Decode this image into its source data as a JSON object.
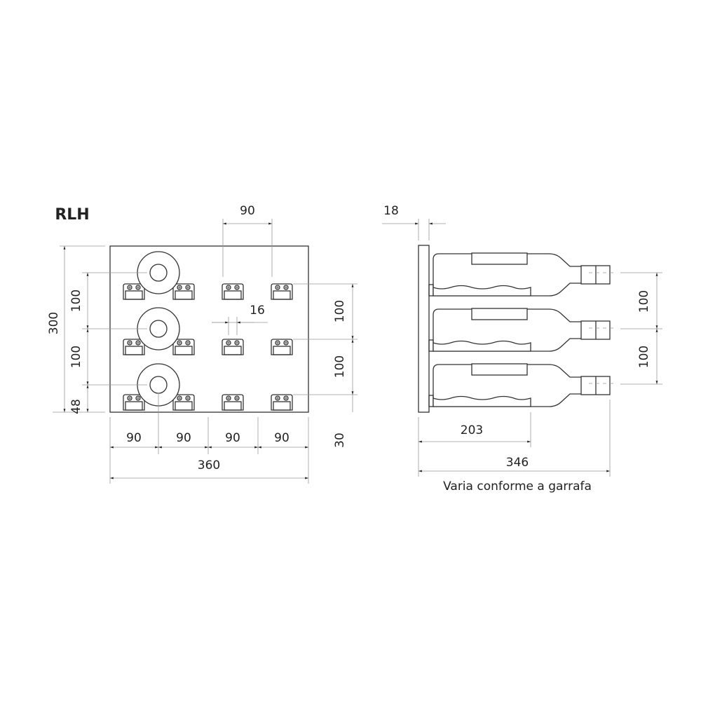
{
  "title": "RLH",
  "front_view": {
    "dim_top_spacing": "90",
    "dim_height": "300",
    "dim_left_rows": [
      "100",
      "100"
    ],
    "dim_bottom_offset": "48",
    "dim_bracket_width": "16",
    "dim_right_rows": [
      "100",
      "100"
    ],
    "dim_right_bottom": "30",
    "dim_columns": [
      "90",
      "90",
      "90",
      "90"
    ],
    "dim_width": "360"
  },
  "side_view": {
    "dim_thickness": "18",
    "dim_rows": [
      "100",
      "100"
    ],
    "dim_rail_depth": "203",
    "dim_total_depth": "346",
    "caption": "Varia conforme a garrafa"
  },
  "colors": {
    "line": "#333333",
    "dimension": "#999999"
  }
}
